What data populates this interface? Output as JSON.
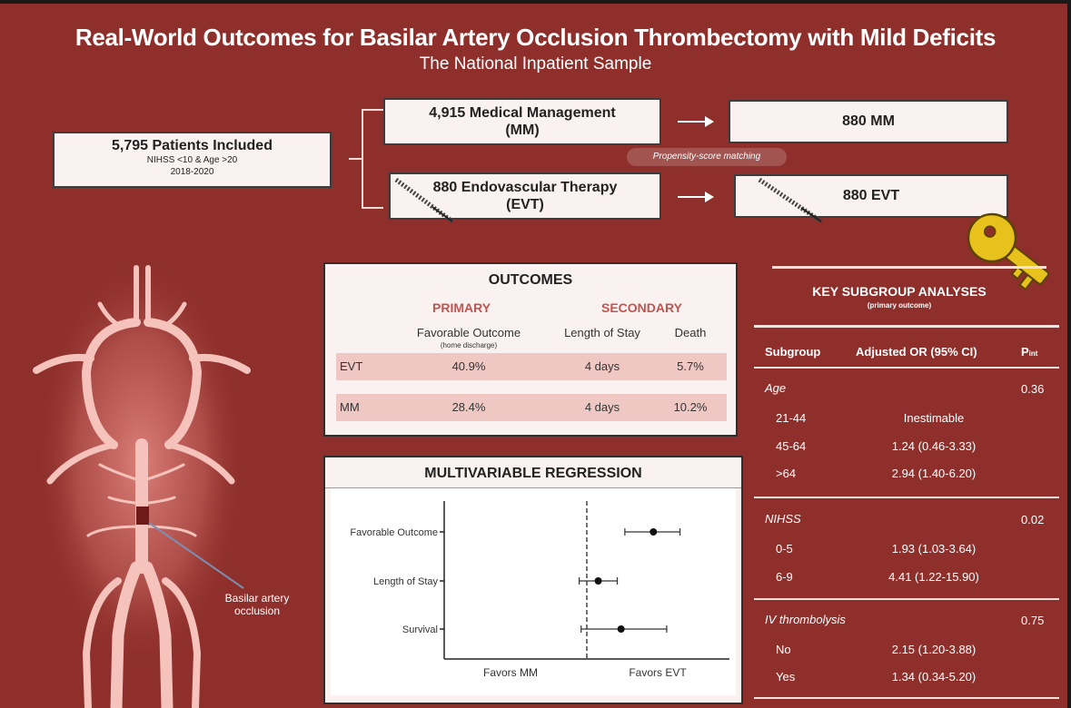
{
  "header": {
    "title": "Real-World Outcomes for Basilar Artery Occlusion Thrombectomy with Mild Deficits",
    "subtitle": "The National Inpatient Sample"
  },
  "flow": {
    "included": {
      "main": "5,795 Patients Included",
      "criteria": "NIHSS <10 & Age >20",
      "years": "2018-2020"
    },
    "medical": {
      "line1": "4,915 Medical Management",
      "line2": "(MM)"
    },
    "evt": {
      "line1": "880 Endovascular Therapy",
      "line2": "(EVT)"
    },
    "matched_mm": "880 MM",
    "matched_evt": "880 EVT",
    "matching_label": "Propensity-score matching"
  },
  "illustration": {
    "label_line1": "Basilar artery",
    "label_line2": "occlusion"
  },
  "outcomes": {
    "title": "OUTCOMES",
    "primary": "PRIMARY",
    "secondary": "SECONDARY",
    "col1": "Favorable Outcome",
    "col1_sub": "(home discharge)",
    "col2": "Length of Stay",
    "col3": "Death",
    "rows": [
      {
        "group": "EVT",
        "favorable": "40.9%",
        "los": "4 days",
        "death": "5.7%"
      },
      {
        "group": "MM",
        "favorable": "28.4%",
        "los": "4 days",
        "death": "10.2%"
      }
    ]
  },
  "regression": {
    "title": "MULTIVARIABLE REGRESSION",
    "left_label": "Favors MM",
    "right_label": "Favors EVT"
  },
  "chart_data": {
    "type": "scatter",
    "title": "MULTIVARIABLE REGRESSION",
    "categories": [
      "Favorable Outcome",
      "Length of Stay",
      "Survival"
    ],
    "reference": 1,
    "point": [
      1.7,
      1.12,
      1.36
    ],
    "lower": [
      1.4,
      0.92,
      0.94
    ],
    "upper": [
      1.98,
      1.32,
      1.84
    ],
    "xlim": [
      -0.5,
      2.5
    ],
    "xlabel_left": "Favors MM",
    "xlabel_right": "Favors EVT",
    "grid": false
  },
  "subgroups": {
    "title": "KEY SUBGROUP ANALYSES",
    "subtitle": "(primary outcome)",
    "col_subgroup": "Subgroup",
    "col_or": "Adjusted OR (95% CI)",
    "col_p": "P",
    "col_p_sub": "int",
    "groups": [
      {
        "name": "Age",
        "p": "0.36",
        "items": [
          {
            "label": "21-44",
            "or": "Inestimable"
          },
          {
            "label": "45-64",
            "or": "1.24 (0.46-3.33)"
          },
          {
            "label": ">64",
            "or": "2.94 (1.40-6.20)"
          }
        ]
      },
      {
        "name": "NIHSS",
        "p": "0.02",
        "items": [
          {
            "label": "0-5",
            "or": "1.93 (1.03-3.64)"
          },
          {
            "label": "6-9",
            "or": "4.41 (1.22-15.90)"
          }
        ]
      },
      {
        "name": "IV thrombolysis",
        "p": "0.75",
        "items": [
          {
            "label": "No",
            "or": "2.15 (1.20-3.88)"
          },
          {
            "label": "Yes",
            "or": "1.34 (0.34-5.20)"
          }
        ]
      }
    ]
  },
  "colors": {
    "background": "#8e2f2b",
    "box": "#faf2f1",
    "accent": "#c0544f",
    "row_fill": "#f0c8c3",
    "key": "#e8c21c"
  },
  "icons": [
    "key-icon",
    "catheter-icon",
    "artery-illustration"
  ]
}
